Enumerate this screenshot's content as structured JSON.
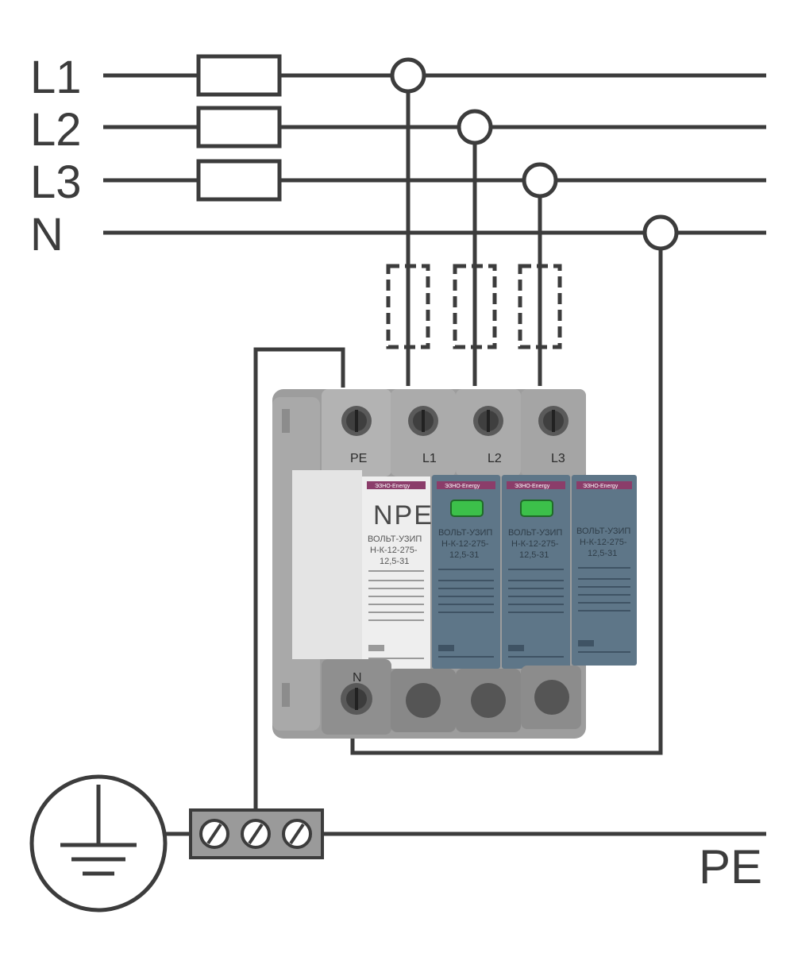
{
  "busbars": [
    {
      "label": "L1"
    },
    {
      "label": "L2"
    },
    {
      "label": "L3"
    },
    {
      "label": "N"
    }
  ],
  "ground_bus_label": "PE",
  "device": {
    "top_terminals": [
      "PE",
      "L1",
      "L2",
      "L3"
    ],
    "bottom_terminal": "N",
    "npe_module": {
      "brand": "ЭЗНО-Energy",
      "title": "NPE",
      "lines": [
        "ВОЛЬТ-УЗИП",
        "Н-К-12-275-",
        "12,5-31"
      ]
    },
    "phase_modules": [
      {
        "brand": "ЭЗНО-Energy",
        "lines": [
          "ВОЛЬТ-УЗИП",
          "Н-К-12-275-",
          "12,5-31"
        ]
      },
      {
        "brand": "ЭЗНО-Energy",
        "lines": [
          "ВОЛЬТ-УЗИП",
          "Н-К-12-275-",
          "12,5-31"
        ]
      },
      {
        "brand": "ЭЗНО-Energy",
        "lines": [
          "ВОЛЬТ-УЗИП",
          "Н-К-12-275-",
          "12,5-31"
        ]
      }
    ]
  },
  "colors": {
    "wire": "#3c3c3c",
    "module_blue": "#5e7688",
    "module_white": "#ebebeb",
    "housing_gray": "#a8a8a8",
    "indicator_green": "#3cc04a",
    "brand_strip": "#8b3d6a"
  }
}
